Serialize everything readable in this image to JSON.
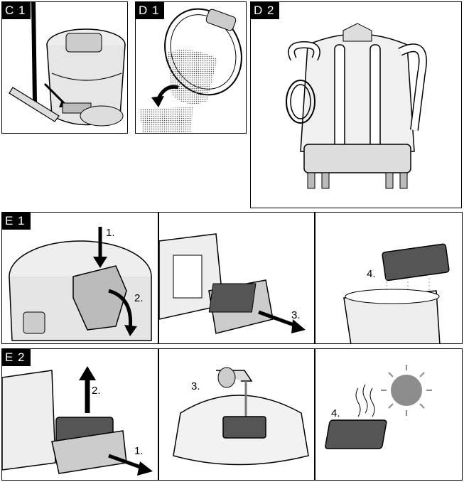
{
  "panels": {
    "c1": {
      "tag": "C 1"
    },
    "d1": {
      "tag": "D 1"
    },
    "d2": {
      "tag": "D 2"
    },
    "e1": {
      "tag": "E 1",
      "steps": [
        "1.",
        "2.",
        "3.",
        "4."
      ]
    },
    "e2": {
      "tag": "E 2",
      "steps": [
        "1.",
        "2.",
        "3.",
        "4."
      ]
    }
  },
  "colors": {
    "sun": "#8c8c8c",
    "fill_gray": "#d9d9d9",
    "stroke": "#000000"
  }
}
